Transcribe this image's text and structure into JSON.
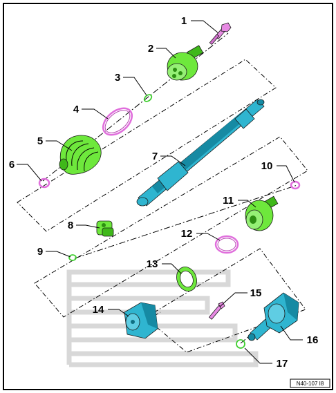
{
  "diagram": {
    "callouts": [
      "1",
      "2",
      "3",
      "4",
      "5",
      "6",
      "7",
      "8",
      "9",
      "10",
      "11",
      "12",
      "13",
      "14",
      "15",
      "16",
      "17"
    ],
    "reference": "N40-107 I8",
    "colors": {
      "cv_joint_outer": "#6ee83c",
      "shaft": "#2fb5d0",
      "clamp_ring": "#e78ae3",
      "circlip": "#3fcf2f",
      "watermark": "#d8d8d8"
    },
    "parts": [
      {
        "callout": "1",
        "icon": "bolt-icon"
      },
      {
        "callout": "2",
        "icon": "cv-joint-outer-icon"
      },
      {
        "callout": "3",
        "icon": "circlip-icon"
      },
      {
        "callout": "4",
        "icon": "clamp-large-icon"
      },
      {
        "callout": "5",
        "icon": "boot-outer-icon"
      },
      {
        "callout": "6",
        "icon": "clamp-small-icon"
      },
      {
        "callout": "7",
        "icon": "drive-shaft-icon"
      },
      {
        "callout": "8",
        "icon": "damper-weight-icon"
      },
      {
        "callout": "9",
        "icon": "circlip-icon"
      },
      {
        "callout": "10",
        "icon": "clamp-small-icon"
      },
      {
        "callout": "11",
        "icon": "cv-joint-inner-icon"
      },
      {
        "callout": "12",
        "icon": "clamp-large-icon"
      },
      {
        "callout": "13",
        "icon": "boot-ring-icon"
      },
      {
        "callout": "14",
        "icon": "tripod-housing-icon"
      },
      {
        "callout": "15",
        "icon": "bolt-icon"
      },
      {
        "callout": "16",
        "icon": "intermediate-shaft-icon"
      },
      {
        "callout": "17",
        "icon": "circlip-icon"
      }
    ]
  }
}
